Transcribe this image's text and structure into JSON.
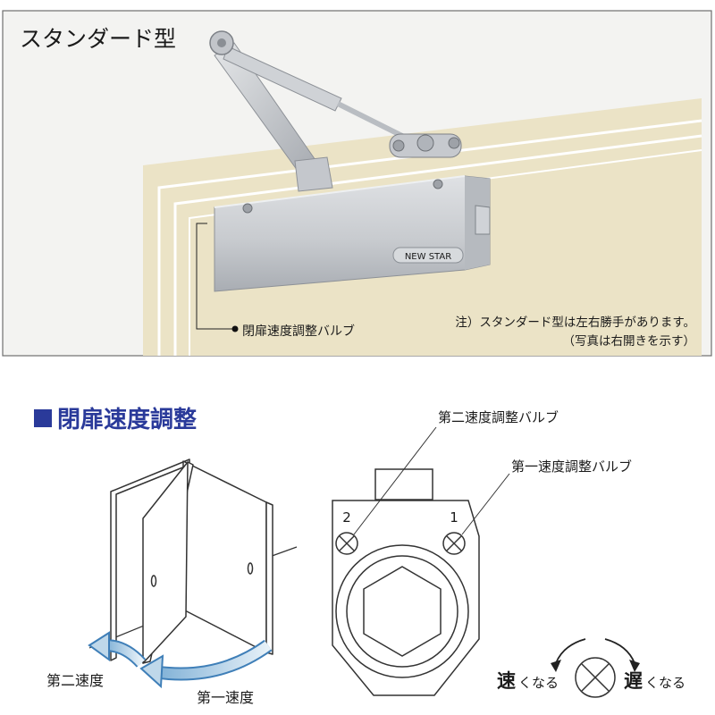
{
  "photo": {
    "title": "スタンダード型",
    "brand_label": "NEW STAR",
    "valve_label": "閉扉速度調整バルブ",
    "note_line1": "注）スタンダード型は左右勝手があります。",
    "note_line2": "（写真は右開きを示す）"
  },
  "diagram": {
    "heading": "閉扉速度調整",
    "second_speed": "第二速度",
    "first_speed": "第一速度",
    "valve2_label": "第二速度調整バルブ",
    "valve1_label": "第一速度調整バルブ",
    "num2": "2",
    "num1": "1",
    "faster": "速",
    "faster_suffix": "くなる",
    "slower": "遅",
    "slower_suffix": "くなる"
  },
  "colors": {
    "photo_wall": "#f3f3f1",
    "door_panel": "#ebe3c6",
    "body_silver": "#c9ccd0",
    "accent_blue": "#2a3a9a",
    "arrow_blue": "#bfd8ea"
  }
}
